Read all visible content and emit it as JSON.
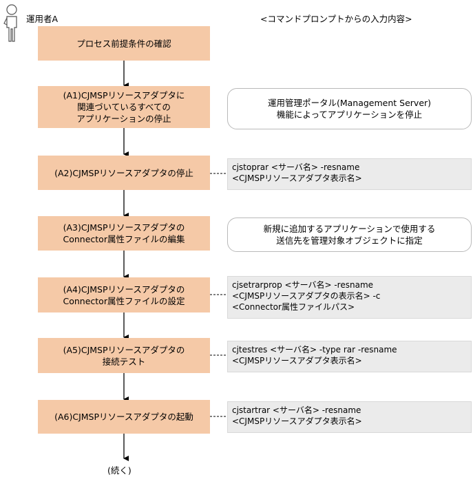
{
  "actor": {
    "label": "運用者A",
    "icon": "person-icon"
  },
  "header": "<コマンドプロンプトからの入力内容>",
  "steps": [
    "プロセス前提条件の確認",
    "(A1)CJMSPリソースアダプタに\n関連づいているすべての\nアプリケーションの停止",
    "(A2)CJMSPリソースアダプタの停止",
    "(A3)CJMSPリソースアダプタの\nConnector属性ファイルの編集",
    "(A4)CJMSPリソースアダプタの\nConnector属性ファイルの設定",
    "(A5)CJMSPリソースアダプタの\n接続テスト",
    "(A6)CJMSPリソースアダプタの起動"
  ],
  "notes": {
    "a1": "運用管理ポータル(Management Server)\n機能によってアプリケーションを停止",
    "a3": "新規に追加するアプリケーションで使用する\n送信先を管理対象オブジェクトに指定"
  },
  "commands": {
    "a2": "cjstoprar <サーバ名> -resname\n<CJMSPリソースアダプタ表示名>",
    "a4": "cjsetrarprop <サーバ名> -resname\n<CJMSPリソースアダプタの表示名> -c\n<Connector属性ファイルパス>",
    "a5": "cjtestres <サーバ名> -type rar -resname\n<CJMSPリソースアダプタ表示名>",
    "a6": "cjstartrar <サーバ名> -resname\n<CJMSPリソースアダプタ表示名>"
  },
  "continue_label": "(続く)",
  "colors": {
    "step_fill": "#f5c9a7",
    "command_fill": "#ebebeb",
    "note_border": "#b9b9b9"
  }
}
